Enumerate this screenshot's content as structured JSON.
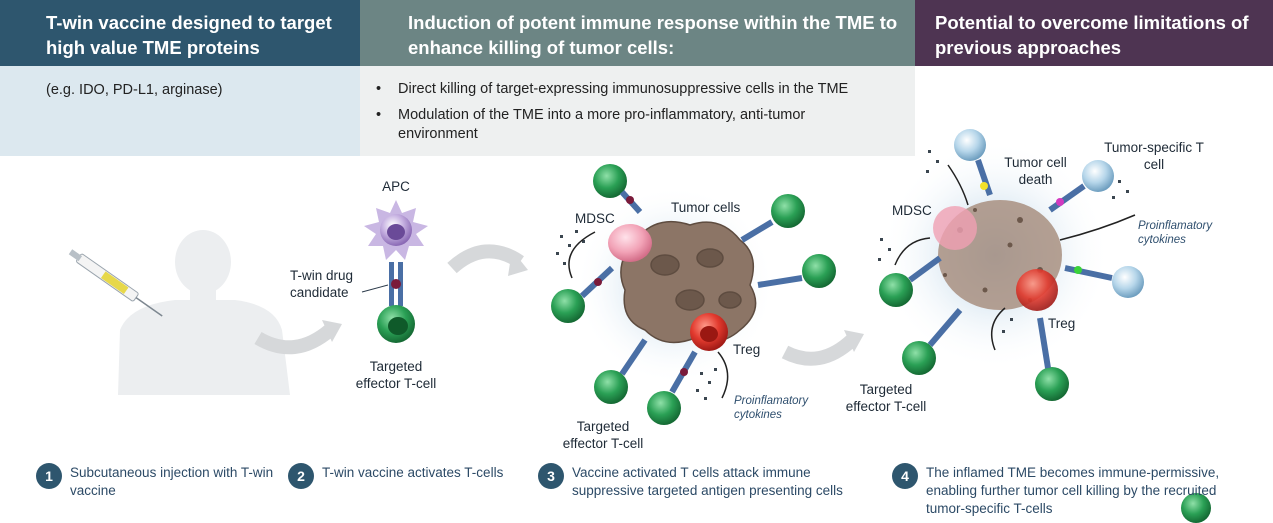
{
  "headers": {
    "col1": "T-win vaccine designed to target high value TME proteins",
    "col2": "Induction of potent immune response within the TME to enhance killing of tumor cells:",
    "col3": "Potential to overcome limitations of previous approaches"
  },
  "col1_sub": "(e.g. IDO, PD-L1, arginase)",
  "col2_bullets": [
    "Direct killing of target-expressing immunosuppressive cells in the TME",
    "Modulation of the TME into a more pro-inflammatory, anti-tumor environment"
  ],
  "labels": {
    "apc": "APC",
    "drug": "T-win drug candidate",
    "targeted_cell_2": "Targeted effector T-cell",
    "mdsc_3": "MDSC",
    "tumor_cells": "Tumor cells",
    "treg_3": "Treg",
    "cytokines_3": "Proinflamatory cytokines",
    "targeted_cell_3": "Targeted effector T-cell",
    "tumor_death": "Tumor cell death",
    "tumor_specific": "Tumor-specific T cell",
    "mdsc_4": "MDSC",
    "cytokines_4": "Proinflamatory cytokines",
    "treg_4": "Treg",
    "targeted_cell_4": "Targeted effector T-cell"
  },
  "steps": [
    {
      "num": "1",
      "text": "Subcutaneous injection with T-win vaccine"
    },
    {
      "num": "2",
      "text": "T-win vaccine activates T-cells"
    },
    {
      "num": "3",
      "text": "Vaccine activated T cells attack immune suppressive targeted antigen presenting cells"
    },
    {
      "num": "4",
      "text": "The inflamed TME becomes immune-permissive, enabling further tumor cell killing by the recruited tumor-specific T-cells"
    }
  ],
  "colors": {
    "header1": "#2e566e",
    "header2": "#6c8584",
    "header3": "#4e3452",
    "tcell_green": "#1f9a4a",
    "treg_red": "#e0302a",
    "apc_purple": "#9a7cc0",
    "tumor_brown": "#8c7566"
  }
}
